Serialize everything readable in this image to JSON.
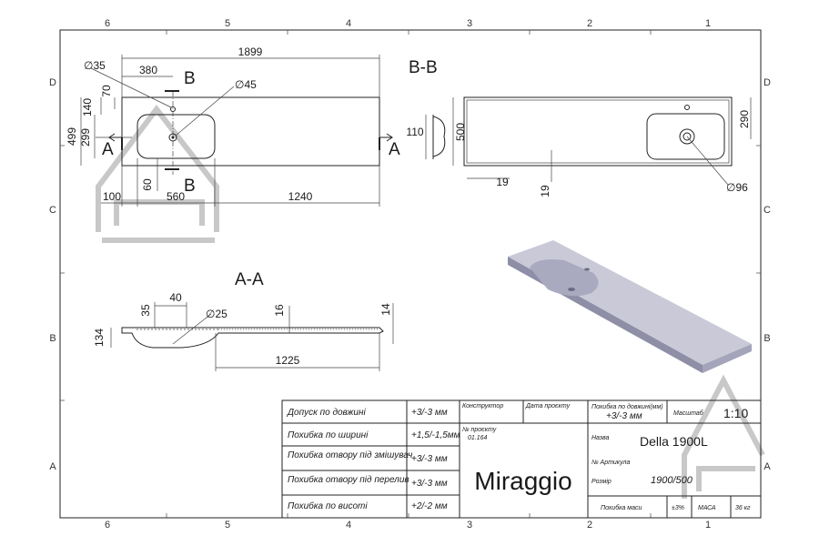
{
  "grid": {
    "cols": [
      "6",
      "5",
      "4",
      "3",
      "2",
      "1"
    ],
    "rows": [
      "D",
      "C",
      "B",
      "A"
    ]
  },
  "top_view": {
    "dims": {
      "d35": "∅35",
      "d45": "∅45",
      "l1899": "1899",
      "l380": "380",
      "l70": "70",
      "l140": "140",
      "l499": "499",
      "l299": "299",
      "l60": "60",
      "l100": "100",
      "l560": "560",
      "l1240": "1240"
    },
    "section_letters": {
      "a_left": "A",
      "a_right": "A",
      "b_top": "B",
      "b_bottom": "B"
    }
  },
  "view_bb": {
    "title": "B-B",
    "dims": {
      "l110": "110",
      "l500": "500",
      "l290": "290",
      "l19a": "19",
      "l19b": "19",
      "d96": "∅96"
    }
  },
  "view_aa": {
    "title": "A-A",
    "dims": {
      "l35": "35",
      "l40": "40",
      "d25": "∅25",
      "l16": "16",
      "l14": "14",
      "l134": "134",
      "l1225": "1225"
    }
  },
  "title_block": {
    "tolerances": [
      {
        "label": "Допуск по довжині",
        "value": "+3/-3 мм"
      },
      {
        "label": "Похибка по ширині",
        "value": "+1,5/-1,5мм"
      },
      {
        "label": "Похибка отвору під змішувач",
        "value": "+3/-3 мм"
      },
      {
        "label": "Похибка отвору під перелив",
        "value": "+3/-3 мм"
      },
      {
        "label": "Похибка по висоті",
        "value": "+2/-2 мм"
      }
    ],
    "constructor_label": "Конструктор",
    "date_label": "Дата проєкту",
    "project_no_label": "№ проєкту",
    "project_no": "01.164",
    "brand": "Miraggio",
    "length_err_label": "Похибка по довжині(мм)",
    "length_err_value": "+3/-3 мм",
    "scale_label": "Масштаб",
    "scale": "1:10",
    "name_label": "Назва",
    "name": "Della 1900L",
    "article_label": "№ Артикула",
    "size_label": "Розмір",
    "size": "1900/500",
    "mass_err_label": "Похибка маси",
    "mass_err": "±3%",
    "mass_label": "МАСА",
    "mass": "36 кг"
  },
  "colors": {
    "render_top": "#c9c9d8",
    "render_side": "#8e8ea6",
    "bowl": "#a9a9c0",
    "watermark": "#c8c8c8"
  }
}
